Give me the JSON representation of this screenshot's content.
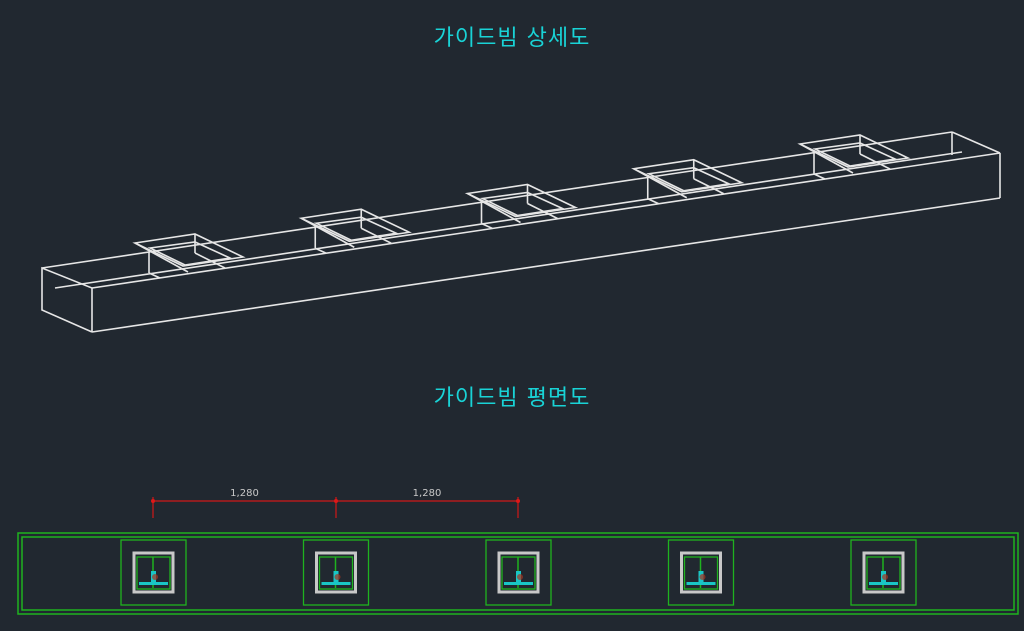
{
  "detail_view": {
    "title": "가이드빔 상세도",
    "tray_count": 5
  },
  "plan_view": {
    "title": "가이드빔 평면도",
    "dimensions": [
      "1,280",
      "1,280"
    ],
    "unit_count": 5
  },
  "colors": {
    "background": "#212830",
    "title": "#19d3d6",
    "lines": "#e6e6e6",
    "outline": "#1fb31f",
    "dimension": "#d01818",
    "accent": "#19c6c6"
  }
}
